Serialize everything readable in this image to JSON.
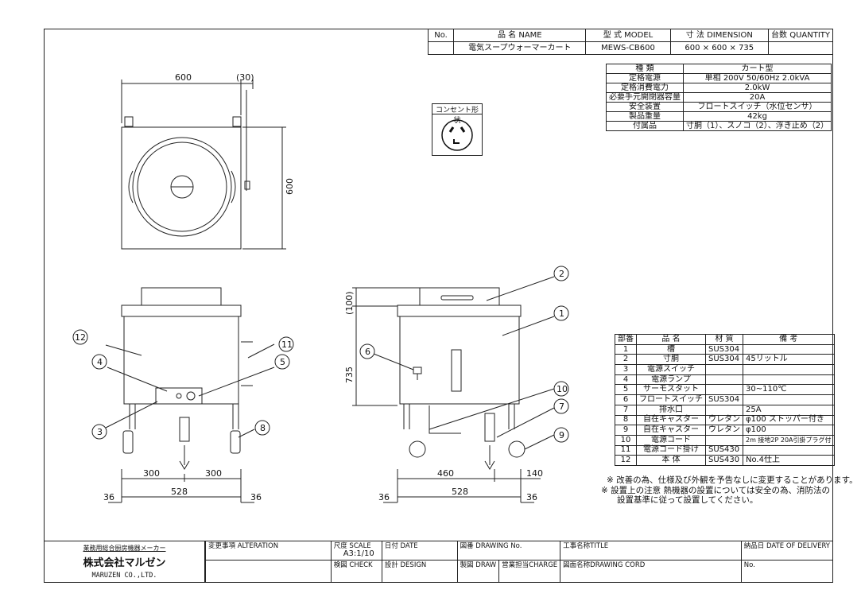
{
  "title_block": {
    "headers": [
      "No.",
      "品 名 NAME",
      "型 式 MODEL",
      "寸 法 DIMENSION",
      "台数 QUANTITY"
    ],
    "values": [
      "",
      "電気スープウォーマーカート",
      "MEWS-CB600",
      "600 × 600 × 735",
      ""
    ]
  },
  "specs": [
    [
      "種 類",
      "カート型"
    ],
    [
      "定格電源",
      "単相 200V 50/60Hz 2.0kVA"
    ],
    [
      "定格消費電力",
      "2.0kW"
    ],
    [
      "必要手元開閉器容量",
      "20A"
    ],
    [
      "安全装置",
      "フロートスイッチ（水位センサ）"
    ],
    [
      "製品重量",
      "42kg"
    ],
    [
      "付属品",
      "寸胴（1）、スノコ（2）、浮き止め（2）"
    ]
  ],
  "outlet": {
    "label": "コンセント形状"
  },
  "parts": {
    "headers": [
      "部番",
      "品 名",
      "材 質",
      "備 考"
    ],
    "rows": [
      [
        "1",
        "槽",
        "SUS304",
        ""
      ],
      [
        "2",
        "寸胴",
        "SUS304",
        "45リットル"
      ],
      [
        "3",
        "電源スイッチ",
        "",
        ""
      ],
      [
        "4",
        "電源ランプ",
        "",
        ""
      ],
      [
        "5",
        "サーモスタット",
        "",
        "30~110℃"
      ],
      [
        "6",
        "フロートスイッチ",
        "SUS304",
        ""
      ],
      [
        "7",
        "排水口",
        "",
        "25A"
      ],
      [
        "8",
        "自在キャスター",
        "ウレタン",
        "φ100 ストッパー付き"
      ],
      [
        "9",
        "自在キャスター",
        "ウレタン",
        "φ100"
      ],
      [
        "10",
        "電源コード",
        "",
        "2m 接地2P 20A引掛プラグ付"
      ],
      [
        "11",
        "電源コード掛け",
        "SUS430",
        ""
      ],
      [
        "12",
        "本 体",
        "SUS430",
        "No.4仕上"
      ]
    ]
  },
  "notes": [
    "※ 改善の為、仕様及び外観を予告なしに変更することがあります。",
    "※ 設置上の注意 熱機器の設置については安全の為、消防法の",
    "設置基準に従って設置してください。"
  ],
  "dims": {
    "top_w": "600",
    "top_offset": "(30)",
    "top_d": "600",
    "front_l": "300",
    "front_r": "300",
    "front_total": "528",
    "front_edge_l": "36",
    "front_edge_r": "36",
    "side_h_top": "(100)",
    "side_h": "735",
    "side_l": "460",
    "side_r": "140",
    "side_total": "528",
    "side_edge_l": "36",
    "side_edge_r": "36"
  },
  "balloons": {
    "front": [
      "12",
      "4",
      "5",
      "3",
      "11",
      "8"
    ],
    "side": [
      "2",
      "1",
      "6",
      "10",
      "7",
      "9"
    ]
  },
  "bottom": {
    "maker_caption": "業務用総合厨房機器メーカー",
    "company": "株式会社マルゼン",
    "company_en": "MARUZEN CO.,LTD.",
    "alteration": "変更事項 ALTERATION",
    "scale": "尺度 SCALE",
    "scale_val": "A3:1/10",
    "date": "日付 DATE",
    "drawing_no": "図番 DRAWING No.",
    "title": "工事名称TITLE",
    "delivery": "納品日 DATE OF DELIVERY",
    "check": "検図 CHECK",
    "design": "設計 DESIGN",
    "draw": "製図 DRAW",
    "charge": "営業担当CHARGE",
    "drawing_cord": "図面名称DRAWING CORD",
    "no": "No."
  }
}
